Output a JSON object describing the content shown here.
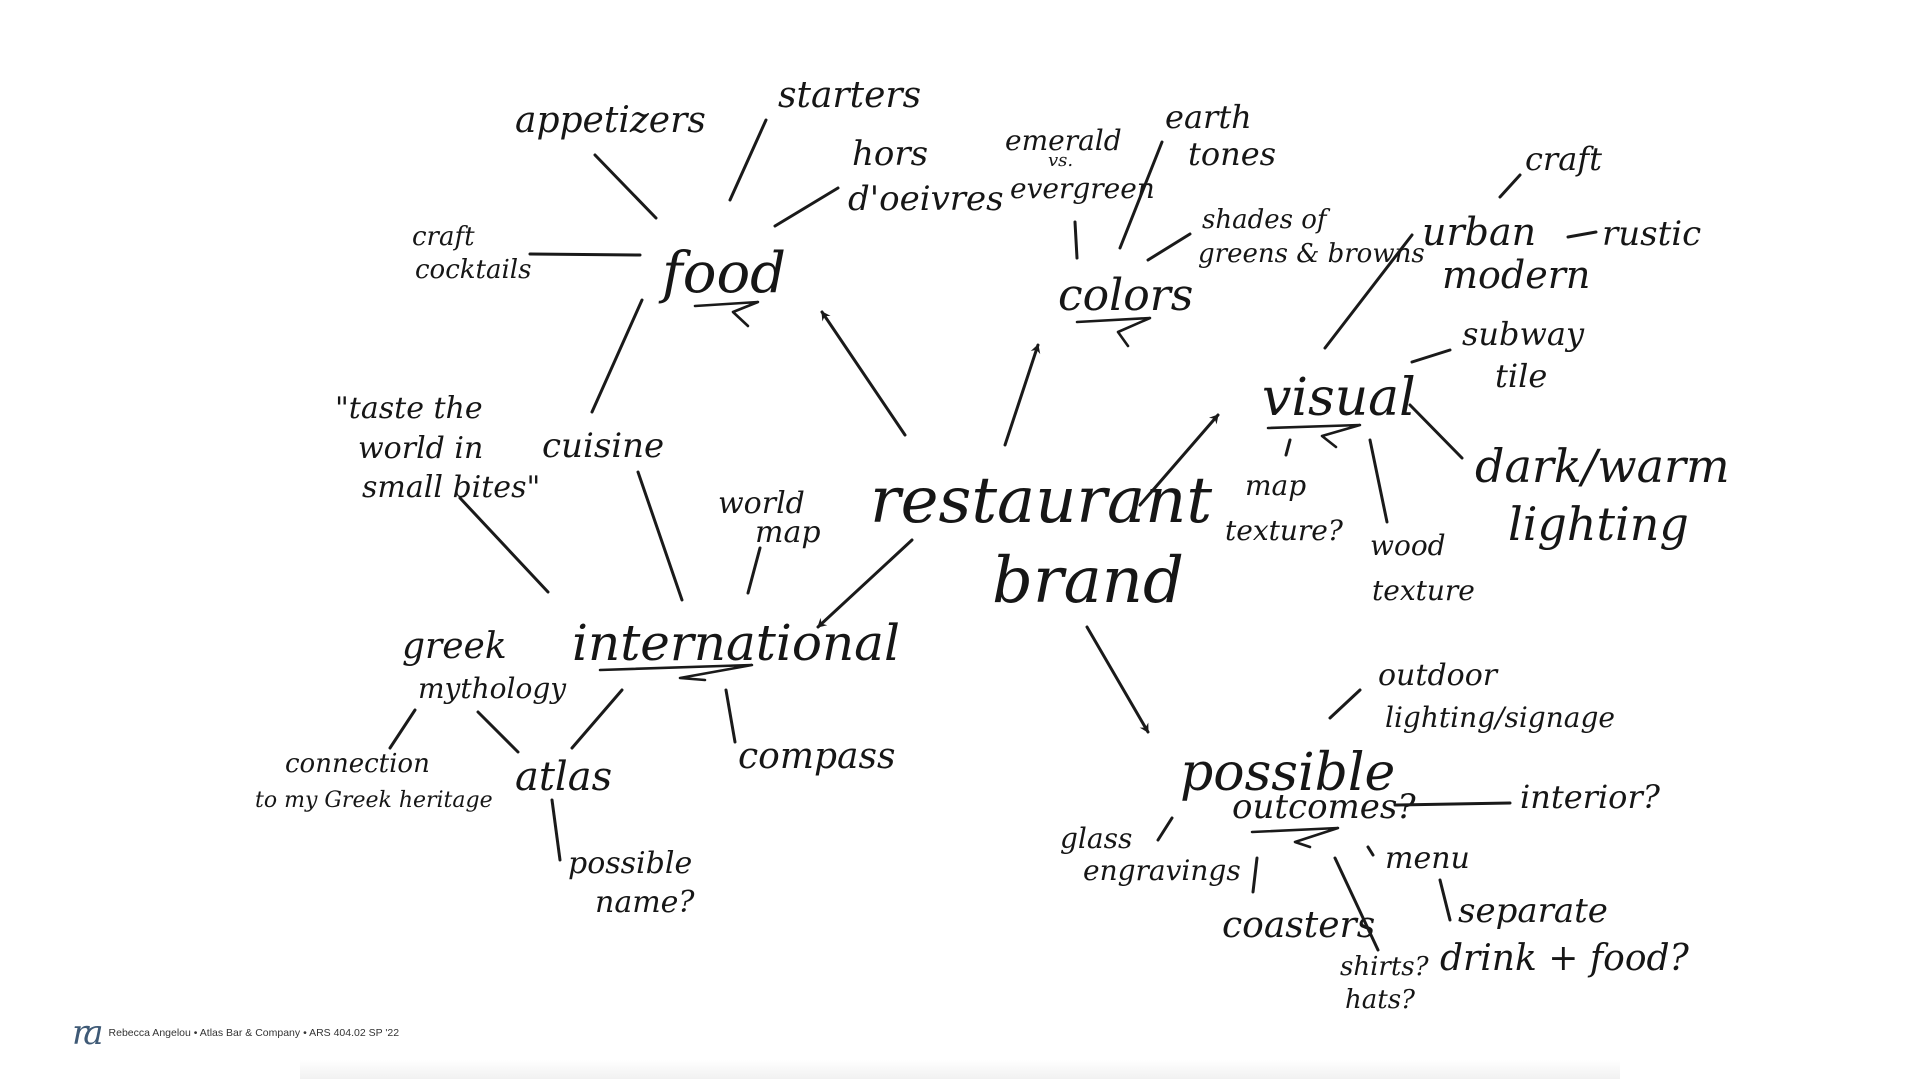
{
  "diagram": {
    "center": "restaurant brand",
    "branches": [
      {
        "topic": "food",
        "items": [
          "appetizers",
          "starters",
          "hors d'oeivres",
          "craft cocktails",
          "cuisine"
        ]
      },
      {
        "topic": "colors",
        "items": [
          "emerald vs. evergreen",
          "earth tones",
          "shades of greens & browns"
        ]
      },
      {
        "topic": "visual",
        "items": [
          "urban modern",
          "craft",
          "rustic",
          "subway tile",
          "dark/warm lighting",
          "map texture?",
          "wood texture"
        ]
      },
      {
        "topic": "international",
        "items": [
          "\"taste the world in small bites\"",
          "cuisine",
          "world map",
          "greek mythology",
          "connection to my Greek heritage",
          "atlas",
          "possible name?",
          "compass"
        ]
      },
      {
        "topic": "possible outcomes?",
        "items": [
          "outdoor lighting/signage",
          "interior?",
          "glass engravings",
          "coasters",
          "shirts? hats?",
          "menu",
          "separate drink + food?"
        ]
      }
    ]
  },
  "labels": {
    "restaurant": "restaurant",
    "brand": "brand",
    "food": "food",
    "appetizers": "appetizers",
    "starters": "starters",
    "hors": "hors",
    "doeivres": "d'oeivres",
    "craft_cocktails_1": "craft",
    "craft_cocktails_2": "cocktails",
    "cuisine": "cuisine",
    "colors": "colors",
    "emerald": "emerald",
    "vs": "vs.",
    "evergreen": "evergreen",
    "earth": "earth",
    "tones": "tones",
    "shades": "shades of",
    "greens_browns": "greens & browns",
    "visual": "visual",
    "urban": "urban",
    "modern": "modern",
    "craft": "craft",
    "rustic": "rustic",
    "subway": "subway",
    "tile": "tile",
    "dark_warm": "dark/warm",
    "lighting": "lighting",
    "map": "map",
    "texture_q": "texture?",
    "wood": "wood",
    "texture": "texture",
    "quote_1": "\"taste the",
    "quote_2": "world in",
    "quote_3": "small bites\"",
    "world": "world",
    "world_map": "map",
    "international": "international",
    "greek": "greek",
    "mythology": "mythology",
    "connection": "connection",
    "heritage": "to my Greek heritage",
    "atlas": "atlas",
    "possible_name_1": "possible",
    "possible_name_2": "name?",
    "compass": "compass",
    "possible": "possible",
    "outcomes": "outcomes?",
    "outdoor": "outdoor",
    "signage": "lighting/signage",
    "interior": "interior?",
    "glass": "glass",
    "engravings": "engravings",
    "coasters": "coasters",
    "shirts": "shirts?",
    "hats": "hats?",
    "menu": "menu",
    "separate": "separate",
    "drink_food": "drink + food?"
  },
  "footer": {
    "logo": "ra",
    "credit": "Rebecca Angelou • Atlas Bar & Company • ARS 404.02 SP '22"
  }
}
